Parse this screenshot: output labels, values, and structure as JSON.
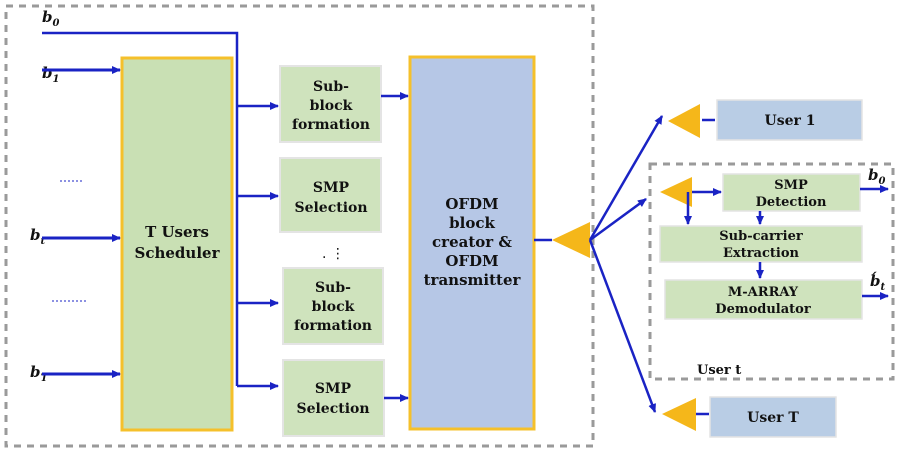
{
  "colors": {
    "arrow": "#1a23c4",
    "scheduler_fill": "#c9e0b4",
    "scheduler_border": "#f5c02b",
    "green_fill": "#cfe3bd",
    "green_border": "#e4e4e4",
    "ofdm_fill": "#b6c7e6",
    "ofdm_border": "#f5c02b",
    "user_fill": "#b9cde5",
    "amp_fill": "#f5b71a",
    "dash": "#9a9a9a"
  },
  "inputs": {
    "b0": {
      "base": "b",
      "sub": "0"
    },
    "b1": {
      "base": "b",
      "sub": "1"
    },
    "bt": {
      "base": "b",
      "sub": "t"
    },
    "bT": {
      "base": "b",
      "sub": "T"
    }
  },
  "scheduler": {
    "line1": "T Users",
    "line2": "Scheduler"
  },
  "blocks": {
    "subblock1": {
      "line1": "Sub-",
      "line2": "block",
      "line3": "formation"
    },
    "smp1": {
      "line1": "SMP",
      "line2": "Selection"
    },
    "vdots": ".   ⋮",
    "subblock2": {
      "line1": "Sub-",
      "line2": "block",
      "line3": "formation"
    },
    "smp2": {
      "line1": "SMP",
      "line2": "Selection"
    }
  },
  "ofdm": {
    "line1": "OFDM",
    "line2": "block",
    "line3": "creator &",
    "line4": "OFDM",
    "line5": "transmitter"
  },
  "users": {
    "user1": "User 1",
    "userT": "User T",
    "usert_label": "User t"
  },
  "receiver": {
    "smp_detection": {
      "line1": "SMP",
      "line2": "Detection"
    },
    "subcarrier": {
      "line1": "Sub-carrier",
      "line2": "Extraction"
    },
    "demod": {
      "line1": "M-ARRAY",
      "line2": "Demodulator"
    },
    "out_b0": {
      "base": "b",
      "sub": "0"
    },
    "out_bt": {
      "base": "b́",
      "sub": "t"
    }
  }
}
